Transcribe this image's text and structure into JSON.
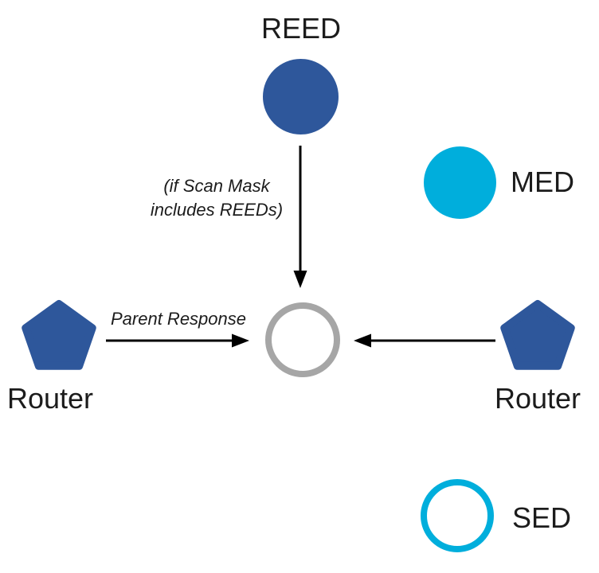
{
  "colors": {
    "router_blue": "#2E579B",
    "cyan": "#00AEDC",
    "center_gray": "#A6A6A6",
    "arrow": "#000000",
    "text": "#1C1C1C"
  },
  "nodes": {
    "reed": {
      "label": "REED"
    },
    "med": {
      "label": "MED"
    },
    "sed": {
      "label": "SED"
    },
    "router_left": {
      "label": "Router"
    },
    "router_right": {
      "label": "Router"
    }
  },
  "annotations": {
    "scan_mask_note": "(if Scan Mask includes REEDs)",
    "parent_response": "Parent Response"
  }
}
